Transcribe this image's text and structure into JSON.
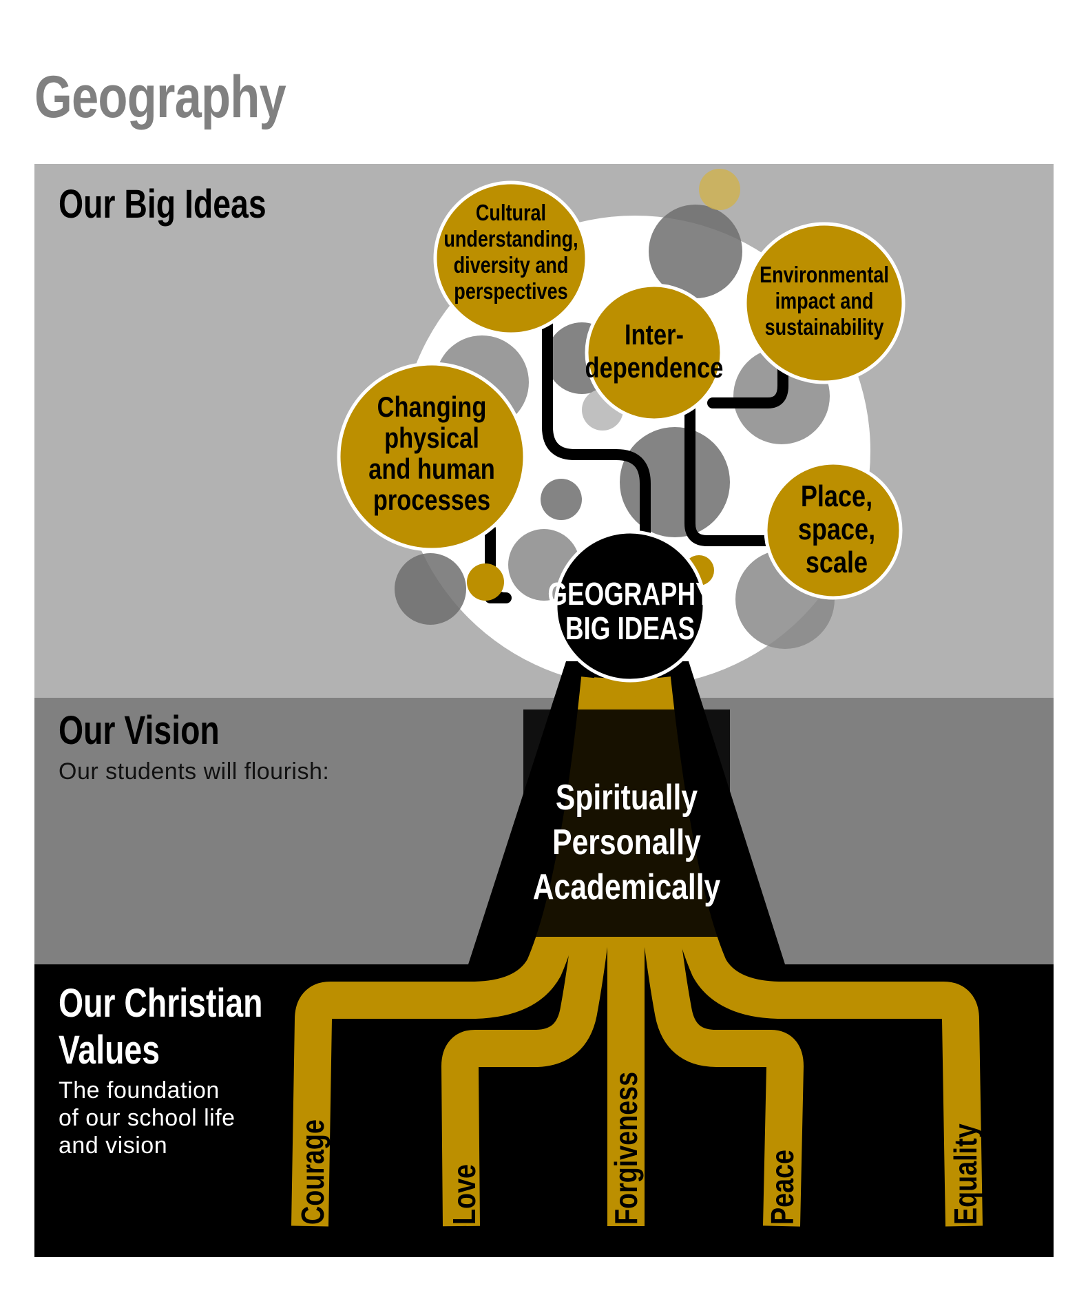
{
  "title": "Geography",
  "bands": {
    "ideas": {
      "heading": "Our Big Ideas"
    },
    "vision": {
      "heading": "Our Vision",
      "subtitle": "Our students will flourish:"
    },
    "values": {
      "heading_line1": "Our Christian",
      "heading_line2": "Values",
      "subtitle_lines": [
        "The foundation",
        "of our school life",
        "and vision"
      ]
    }
  },
  "center": {
    "lines": [
      "GEOGRAPHY",
      "BIG IDEAS"
    ]
  },
  "big_ideas": [
    {
      "name": "cultural",
      "lines": [
        "Cultural",
        "understanding,",
        "diversity and",
        "perspectives"
      ]
    },
    {
      "name": "environmental",
      "lines": [
        "Environmental",
        "impact and",
        "sustainability"
      ]
    },
    {
      "name": "interdependence",
      "lines": [
        "Inter-",
        "dependence"
      ]
    },
    {
      "name": "changing",
      "lines": [
        "Changing",
        "physical",
        "and human",
        "processes"
      ]
    },
    {
      "name": "place",
      "lines": [
        "Place,",
        "space,",
        "scale"
      ]
    }
  ],
  "vision_words": [
    "Spiritually",
    "Personally",
    "Academically"
  ],
  "values": [
    "Courage",
    "Love",
    "Forgiveness",
    "Peace",
    "Equality"
  ],
  "colors": {
    "gold": "#bc8f00",
    "band_light": "#b2b2b2",
    "band_mid": "#808080",
    "band_dark": "#000000",
    "title_grey": "#808080"
  }
}
